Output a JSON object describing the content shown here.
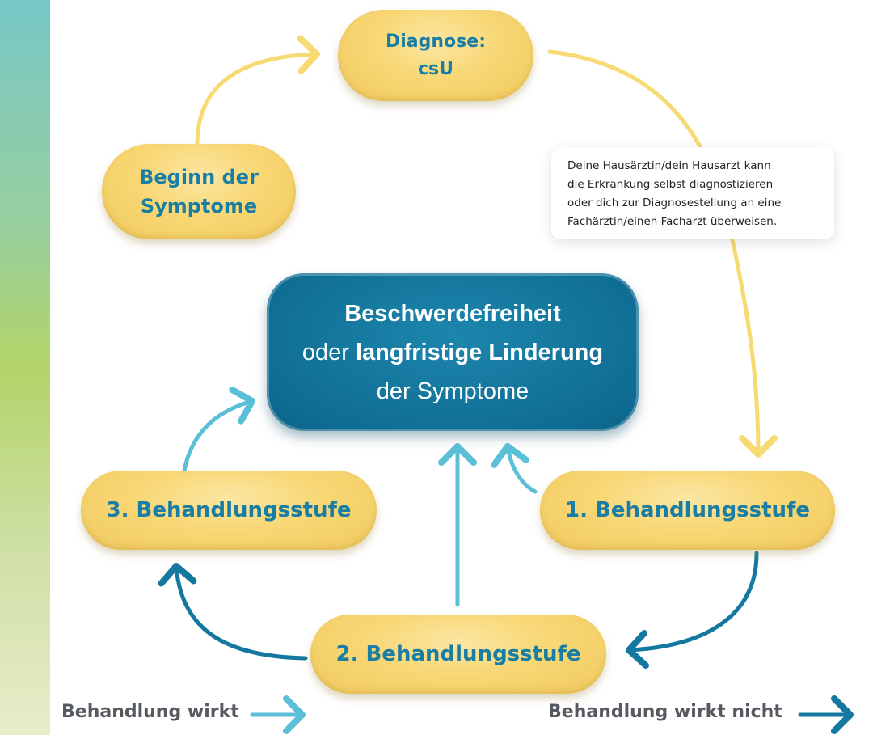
{
  "nodes": {
    "diagnose": {
      "line1": "Diagnose:",
      "line2": "csU"
    },
    "beginn": {
      "line1": "Beginn der",
      "line2": "Symptome"
    },
    "stufe1": "1. Behandlungsstufe",
    "stufe2": "2. Behandlungsstufe",
    "stufe3": "3. Behandlungsstufe",
    "goal": {
      "line1": "Beschwerdefreiheit",
      "line2_pre": "oder ",
      "line2_strong": "langfristige Linderung",
      "line3": "der Symptome"
    }
  },
  "note": {
    "lines": [
      "Deine Hausärztin/dein Hausarzt kann",
      "die Erkrankung selbst diagnostizieren",
      "oder dich zur Diagnosestellung an eine",
      "Fachärztin/einen Facharzt überweisen."
    ]
  },
  "legend": {
    "works": "Behandlung wirkt",
    "not_works": "Behandlung wirkt nicht"
  },
  "colors": {
    "pill_yellow": "#f8d774",
    "pill_text": "#1a7ea4",
    "goal_box": "#106f96",
    "arrow_yellow": "#f8da74",
    "arrow_light_blue": "#5bbfd8",
    "arrow_dark_blue": "#1478a0",
    "legend_text": "#555a60"
  }
}
